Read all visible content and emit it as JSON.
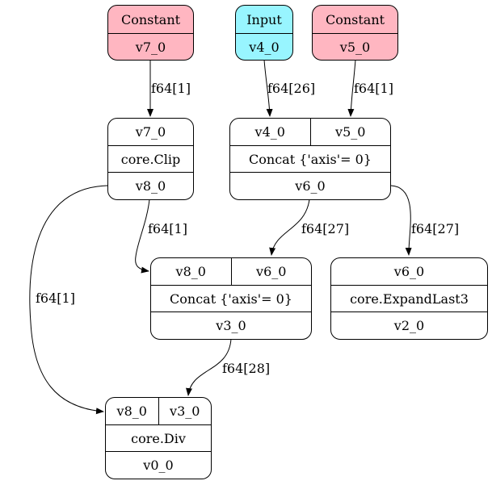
{
  "colors": {
    "constant": "#ffb6c1",
    "input": "#98f5ff",
    "edge": "#000000"
  },
  "nodes": {
    "const_v7": {
      "kind": "Constant",
      "out": "v7_0"
    },
    "input_v4": {
      "kind": "Input",
      "out": "v4_0"
    },
    "const_v5": {
      "kind": "Constant",
      "out": "v5_0"
    },
    "clip": {
      "inputs": [
        "v7_0"
      ],
      "op": "core.Clip",
      "out": "v8_0"
    },
    "concat1": {
      "inputs": [
        "v4_0",
        "v5_0"
      ],
      "op": "Concat {'axis'= 0}",
      "out": "v6_0"
    },
    "concat2": {
      "inputs": [
        "v8_0",
        "v6_0"
      ],
      "op": "Concat {'axis'= 0}",
      "out": "v3_0"
    },
    "expand": {
      "inputs": [
        "v6_0"
      ],
      "op": "core.ExpandLast3",
      "out": "v2_0"
    },
    "div": {
      "inputs": [
        "v8_0",
        "v3_0"
      ],
      "op": "core.Div",
      "out": "v0_0"
    }
  },
  "edges": {
    "e_const_v7_clip": "f64[1]",
    "e_input_v4_concat1": "f64[26]",
    "e_const_v5_concat1": "f64[1]",
    "e_clip_concat2": "f64[1]",
    "e_clip_div": "f64[1]",
    "e_concat1_concat2": "f64[27]",
    "e_concat1_expand": "f64[27]",
    "e_concat2_div": "f64[28]"
  }
}
